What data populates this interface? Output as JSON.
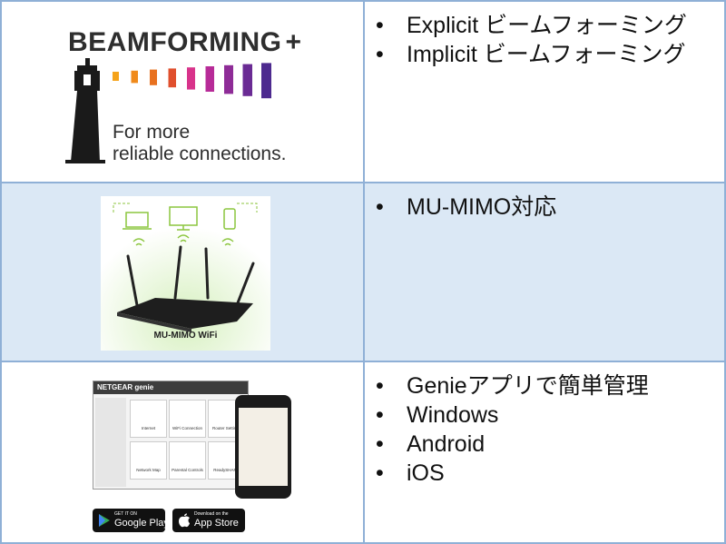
{
  "rows": [
    {
      "logo": {
        "title": "BEAMFORMING",
        "plus": "+",
        "tagline_1": "For more",
        "tagline_2": "reliable connections.",
        "bar_colors": [
          "#f5a31a",
          "#f08a1b",
          "#e8711f",
          "#e04f2d",
          "#d8338b",
          "#b72b98",
          "#8e2c97",
          "#6a2b94",
          "#4d2a8f"
        ]
      },
      "bullets": [
        "Explicit ビームフォーミング",
        "Implicit ビームフォーミング"
      ]
    },
    {
      "image": {
        "caption": "MU-MIMO WiFi"
      },
      "bullets": [
        "MU-MIMO対応"
      ]
    },
    {
      "image": {
        "brand": "NETGEAR genie",
        "tiles": [
          "Internet",
          "WiFi Connection",
          "Router Settings",
          "Network Map",
          "Parental Controls",
          "ReadySHARE"
        ],
        "badges": [
          {
            "small": "GET IT ON",
            "big": "Google Play"
          },
          {
            "small": "Download on the",
            "big": "App Store"
          }
        ]
      },
      "bullets": [
        "Genieアプリで簡単管理",
        "Windows",
        "Android",
        "iOS"
      ]
    }
  ],
  "bullet_glyph": "•",
  "colors": {
    "border": "#8fb0d6",
    "row_highlight": "#dbe8f5"
  }
}
